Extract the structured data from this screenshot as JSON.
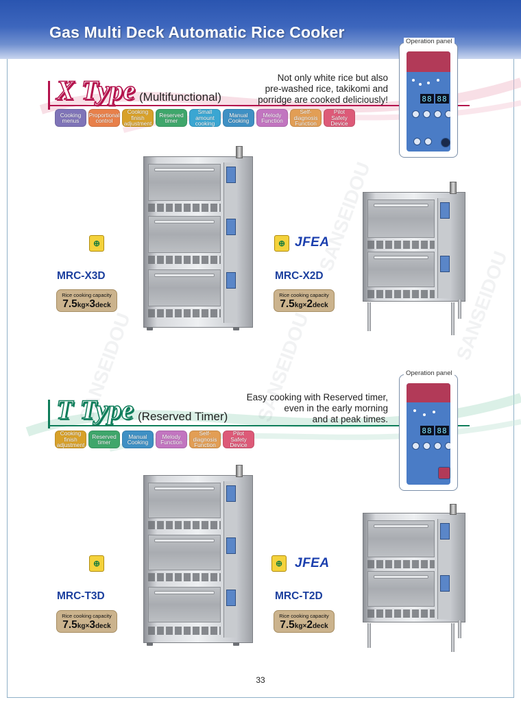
{
  "page": {
    "title": "Gas Multi Deck Automatic Rice Cooker",
    "page_number": "33",
    "watermark": "SANSEIDOU"
  },
  "colors": {
    "header_blue": "#2a55b0",
    "x_type_accent": "#b4124c",
    "t_type_accent": "#0e7d5a",
    "model_text": "#1b3f9e",
    "capacity_badge": "#cbb38d"
  },
  "x_section": {
    "title": "X Type",
    "subtitle": "(Multifunctional)",
    "tagline": [
      "Not only white rice but also",
      "pre-washed rice, takikomi and",
      "porridge are cooked deliciously!"
    ],
    "features": [
      {
        "label": "Cooking menus",
        "color": "#7f74b8"
      },
      {
        "label": "Proportional control",
        "color": "#e8804a"
      },
      {
        "label": "Cooking finish adjustment",
        "color": "#d8a12a"
      },
      {
        "label": "Reserved timer",
        "color": "#3fa66b"
      },
      {
        "label": "Small amount cooking",
        "color": "#3aa6d2"
      },
      {
        "label": "Manual Cooking",
        "color": "#3f90c4"
      },
      {
        "label": "Melody Function",
        "color": "#c275c0"
      },
      {
        "label": "Self-diagnosis Function",
        "color": "#e29e55"
      },
      {
        "label": "Pilot Safety Device",
        "color": "#dd5a78"
      }
    ],
    "operation_panel_label": "Operation panel",
    "panel_digits": [
      "88",
      "88"
    ],
    "products": [
      {
        "model": "MRC-X3D",
        "capacity_label": "Rice cooking capacity",
        "capacity_value": "7.5",
        "capacity_unit": "kg×",
        "decks": "3",
        "deck_unit": "deck",
        "certification": "JIA mark",
        "jfea": ""
      },
      {
        "model": "MRC-X2D",
        "capacity_label": "Rice cooking capacity",
        "capacity_value": "7.5",
        "capacity_unit": "kg×",
        "decks": "2",
        "deck_unit": "deck",
        "certification": "JIA mark",
        "jfea": "JFEA"
      }
    ]
  },
  "t_section": {
    "title": "T Type",
    "subtitle": "(Reserved Timer)",
    "tagline": [
      "Easy cooking with Reserved timer,",
      "even in the early morning",
      "and at peak times."
    ],
    "features": [
      {
        "label": "Cooking finish adjustment",
        "color": "#d8a12a"
      },
      {
        "label": "Reserved timer",
        "color": "#3fa66b"
      },
      {
        "label": "Manual Cooking",
        "color": "#3f90c4"
      },
      {
        "label": "Melody Function",
        "color": "#c275c0"
      },
      {
        "label": "Self-diagnosis Function",
        "color": "#e29e55"
      },
      {
        "label": "Pilot Safety Device",
        "color": "#dd5a78"
      }
    ],
    "operation_panel_label": "Operation panel",
    "panel_digits": [
      "88",
      "88"
    ],
    "products": [
      {
        "model": "MRC-T3D",
        "capacity_label": "Rice cooking capacity",
        "capacity_value": "7.5",
        "capacity_unit": "kg×",
        "decks": "3",
        "deck_unit": "deck",
        "certification": "JIA mark",
        "jfea": ""
      },
      {
        "model": "MRC-T2D",
        "capacity_label": "Rice cooking capacity",
        "capacity_value": "7.5",
        "capacity_unit": "kg×",
        "decks": "2",
        "deck_unit": "deck",
        "certification": "JIA mark",
        "jfea": "JFEA"
      }
    ]
  }
}
